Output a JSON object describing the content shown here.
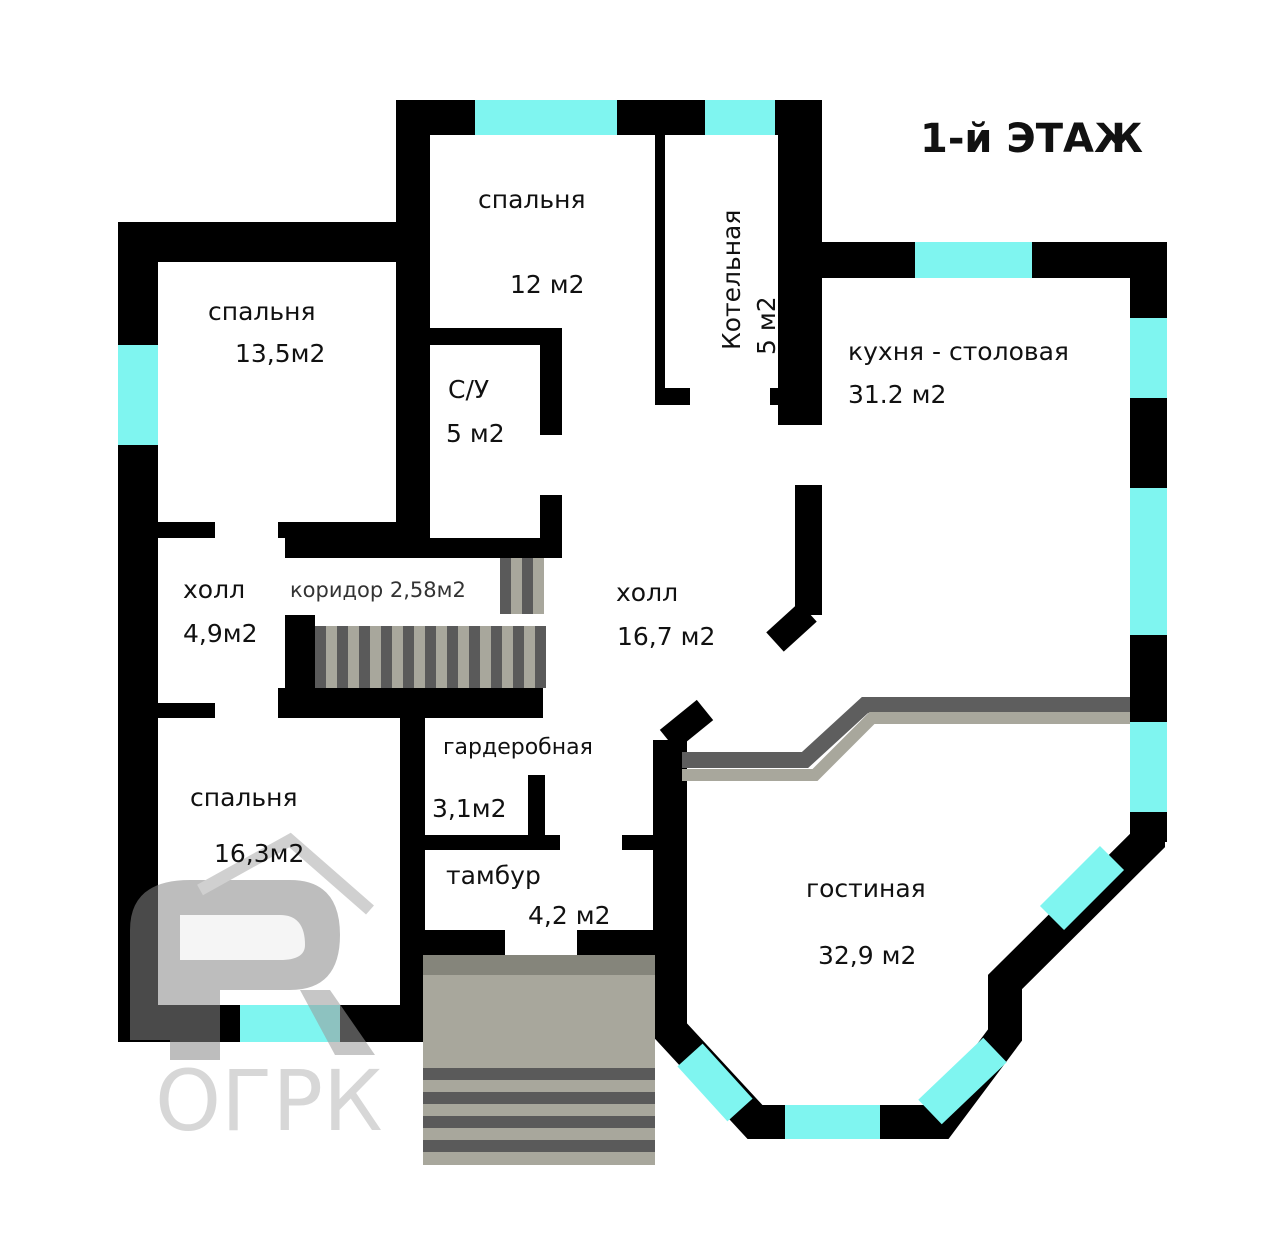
{
  "title": "1-й ЭТАЖ",
  "rooms": [
    {
      "name": "спальня",
      "area": "12 м2"
    },
    {
      "name": "Котельная",
      "area": "5 м2"
    },
    {
      "name": "спальня",
      "area": "13,5м2"
    },
    {
      "name": "С/У",
      "area": "5 м2"
    },
    {
      "name": "кухня - столовая",
      "area": "31.2 м2"
    },
    {
      "name": "холл",
      "area": "4,9м2"
    },
    {
      "name": "коридор 2,58м2",
      "area": ""
    },
    {
      "name": "холл",
      "area": "16,7 м2"
    },
    {
      "name": "гардеробная",
      "area": "3,1м2"
    },
    {
      "name": "спальня",
      "area": "16,3м2"
    },
    {
      "name": "тамбур",
      "area": "4,2 м2"
    },
    {
      "name": "гостиная",
      "area": "32,9 м2"
    }
  ],
  "watermark": "ОГРК",
  "colors": {
    "wall": "#000000",
    "window": "#7ff5f0",
    "stair_dark": "#5a5a5a",
    "stair_light": "#a8a79c"
  }
}
